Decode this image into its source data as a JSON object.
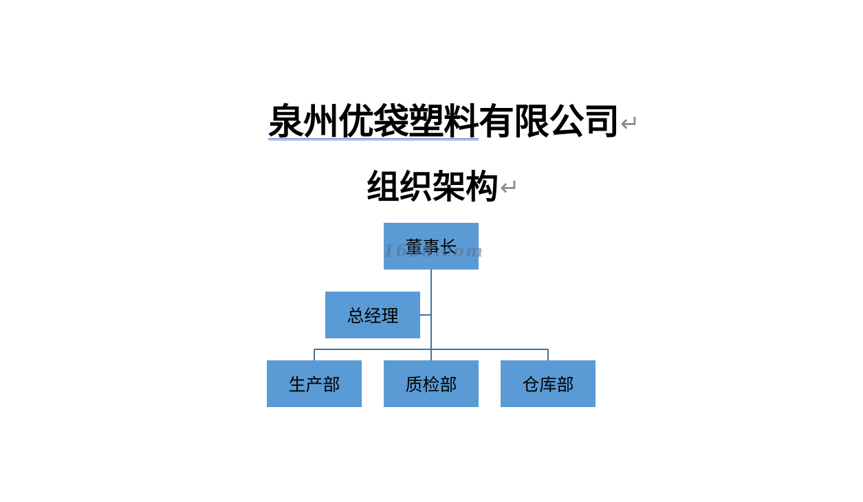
{
  "title": {
    "company_underlined": "泉州优袋塑料",
    "company_rest": "有限公司",
    "subtitle": "组织架构",
    "para_mark": "↵"
  },
  "org": {
    "chairman": "董事长",
    "general_manager": "总经理",
    "departments": [
      "生产部",
      "质检部",
      "仓库部"
    ]
  },
  "watermark": "1688.com",
  "colors": {
    "box_fill": "#5b9bd5",
    "connector": "#41719c"
  }
}
